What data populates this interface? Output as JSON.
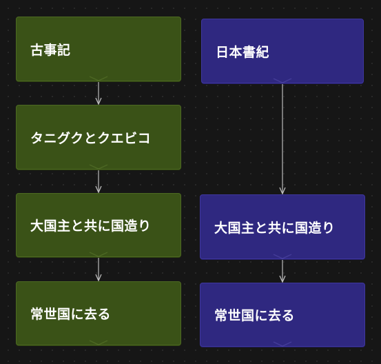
{
  "columns": [
    {
      "id": "kojiki",
      "color": "#3a5217",
      "nodes": [
        {
          "label": "古事記"
        },
        {
          "label": "タニグクとクエビコ"
        },
        {
          "label": "大国主と共に国造り"
        },
        {
          "label": "常世国に去る"
        }
      ]
    },
    {
      "id": "nihonshoki",
      "color": "#2f2880",
      "nodes": [
        {
          "label": "日本書紀"
        },
        {
          "label": "大国主と共に国造り"
        },
        {
          "label": "常世国に去る"
        }
      ]
    }
  ],
  "colors": {
    "background": "#161616",
    "edge": "#bdbdbd",
    "node_text": "#ffffff"
  }
}
